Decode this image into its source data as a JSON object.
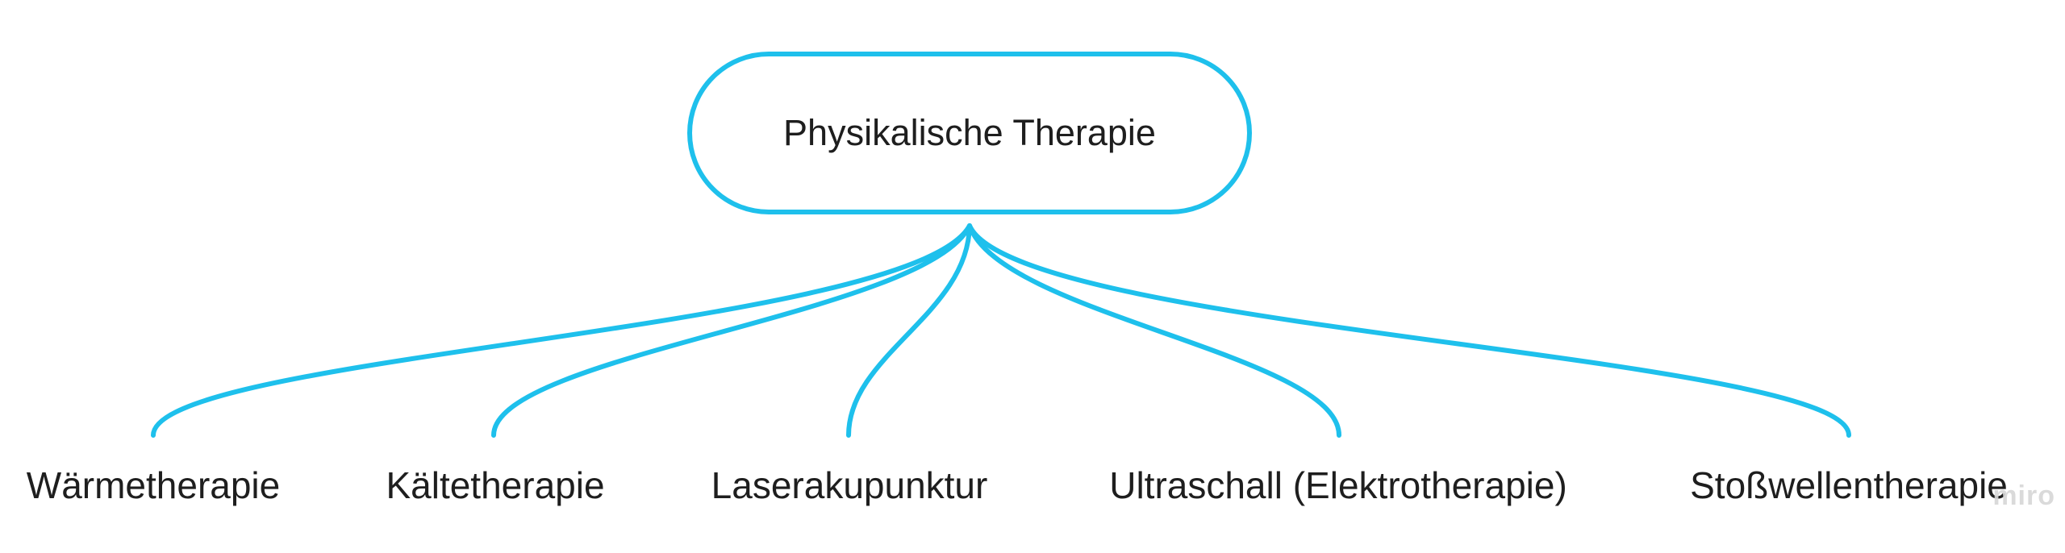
{
  "diagram": {
    "root": {
      "label": "Physikalische Therapie"
    },
    "children": [
      {
        "label": "Wärmetherapie"
      },
      {
        "label": "Kältetherapie"
      },
      {
        "label": "Laserakupunktur"
      },
      {
        "label": "Ultraschall (Elektrotherapie)"
      },
      {
        "label": "Stoßwellentherapie"
      }
    ],
    "connector_color": "#1ec0ec"
  },
  "watermark": "miro"
}
